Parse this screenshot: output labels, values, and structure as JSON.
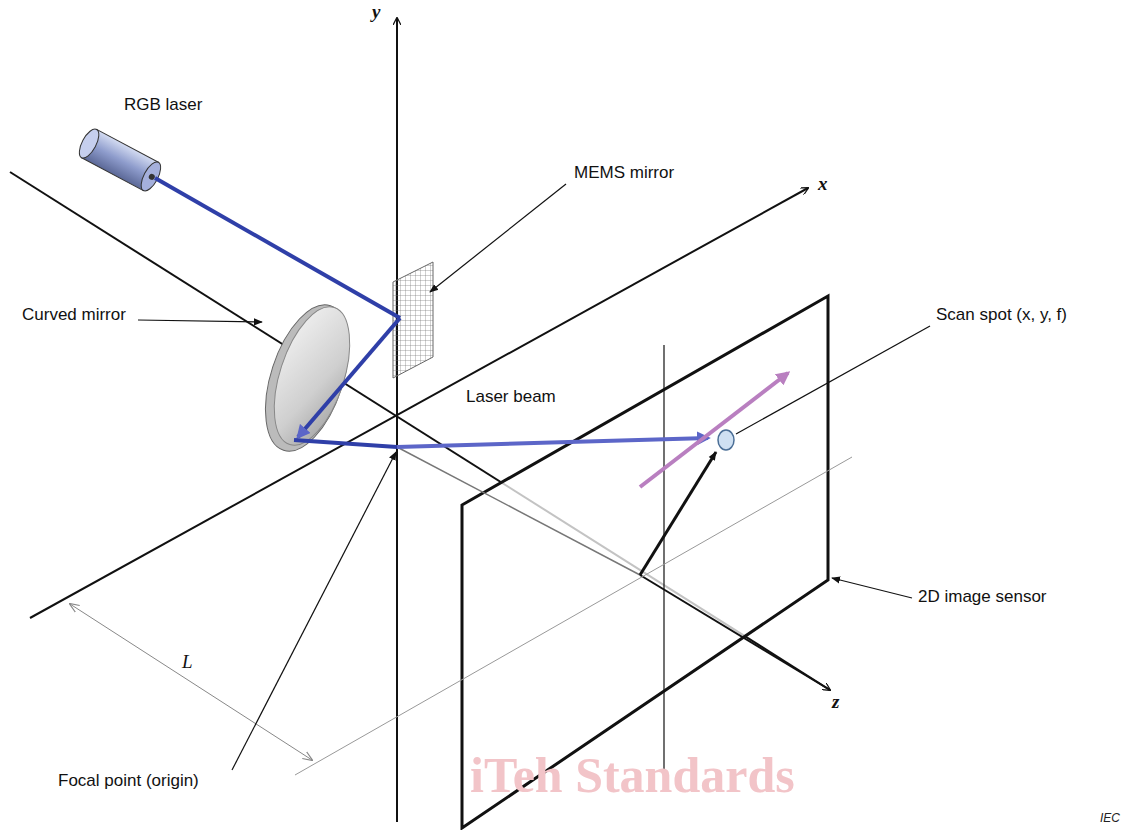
{
  "diagram": {
    "labels": [
      "y",
      "RGB laser",
      "MEMS mirror",
      "x",
      "Curved mirror",
      "Scan spot (x, y, f)",
      "Laser beam",
      "2D image sensor",
      "L",
      "z",
      "Focal point (origin)",
      "iTeh Standards",
      "IEC"
    ]
  }
}
